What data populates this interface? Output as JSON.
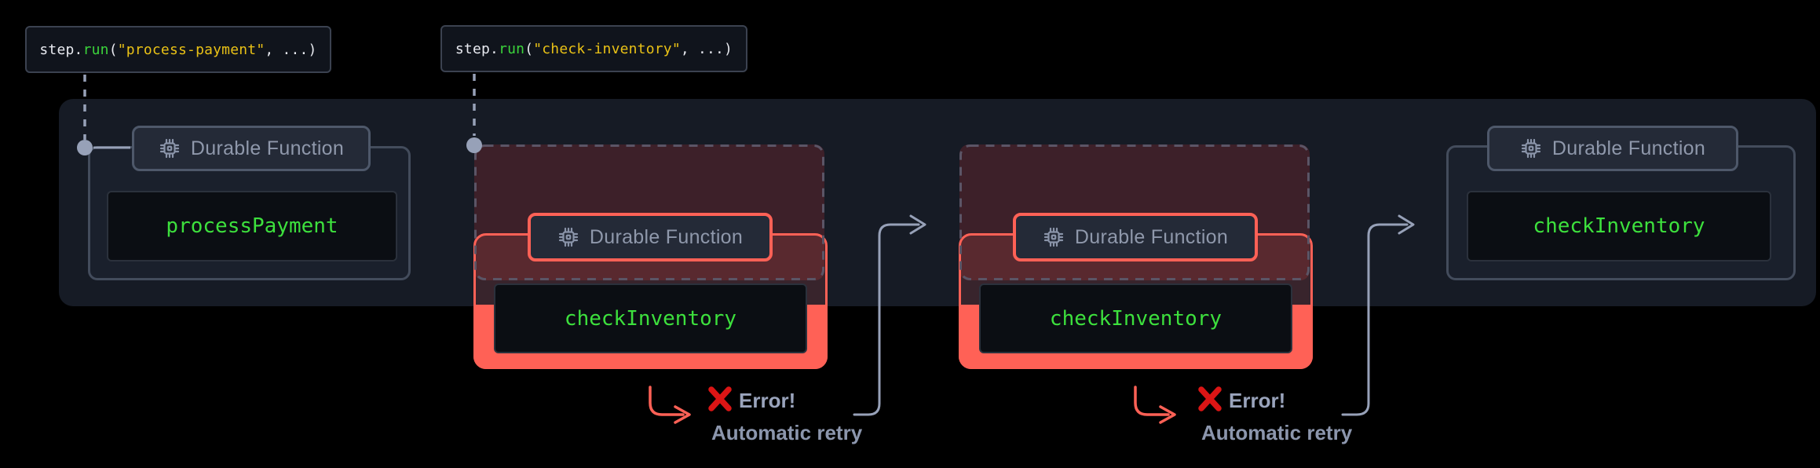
{
  "diagram": {
    "snippets": [
      {
        "pre": "step.",
        "fn": "run",
        "open": "(",
        "str": "\"process-payment\"",
        "post": ", ...)"
      },
      {
        "pre": "step.",
        "fn": "run",
        "open": "(",
        "str": "\"check-inventory\"",
        "post": ", ...)"
      }
    ],
    "groups": [
      {
        "badge": "Durable Function",
        "fn": "processPayment"
      },
      {
        "badge": "Durable Function",
        "fn": "checkInventory"
      },
      {
        "badge": "Durable Function",
        "fn": "checkInventory"
      },
      {
        "badge": "Durable Function",
        "fn": "checkInventory"
      }
    ],
    "annotations": [
      {
        "error": "Error!",
        "retry": "Automatic retry"
      },
      {
        "error": "Error!",
        "retry": "Automatic retry"
      }
    ],
    "colors": {
      "accent_red": "#ff6156",
      "code_green": "#3de03d",
      "fn_call_green": "#3bd33b",
      "string_yellow": "#e9c116",
      "muted_text": "#97a1b8",
      "error_x_red": "#dc1515",
      "band_background": "#161b25"
    }
  }
}
